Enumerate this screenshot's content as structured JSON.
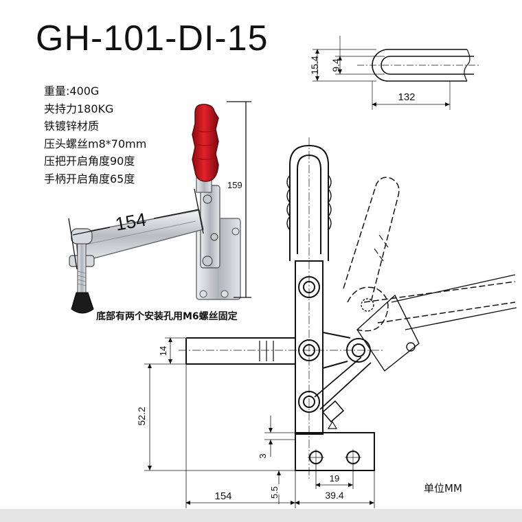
{
  "title": "GH-101-DI-15",
  "specs": [
    "重量:400G",
    "夹持力180KG",
    "铁镀锌材质",
    "压头螺丝m8*70mm",
    "压把开启角度90度",
    "手柄开启角度65度"
  ],
  "mount_note": "底部有两个安装孔用M6螺丝固定",
  "unit_note": "单位MM",
  "photo_dims": {
    "height": "159",
    "arm_length": "154"
  },
  "slot_dims": {
    "outer_width": "15.4",
    "inner_width": "9.4",
    "length": "132"
  },
  "drawing_dims": {
    "handle_width": "14",
    "height": "52.2",
    "gap": "3",
    "base_offset": "5.5",
    "reach": "154",
    "base_width": "39.4",
    "hole_spacing": "19"
  },
  "colors": {
    "grip": "#d4111c",
    "steel": "#c9ccd1",
    "rubber": "#1b1b1b"
  }
}
